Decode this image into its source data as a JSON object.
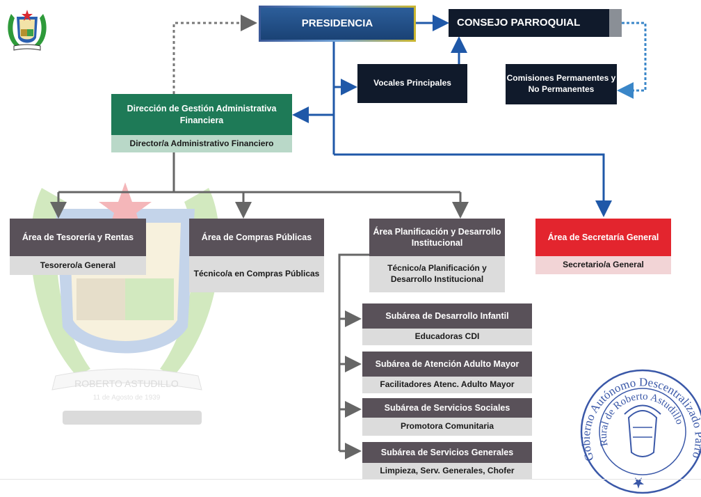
{
  "colors": {
    "presidencia": "#1f4c86",
    "navy": "#101a2b",
    "green": "#1e7a57",
    "green_light": "#b9d8c8",
    "gray_dark": "#595159",
    "gray_light": "#dcdcdc",
    "red": "#e3252e",
    "red_light": "#f2d4d6",
    "connector_blue": "#1f58a8",
    "connector_gray": "#666666",
    "dotted_blue": "#3a86c8"
  },
  "icons": [
    "parroquia-logo-icon",
    "coat-of-arms-watermark-icon",
    "official-seal-icon"
  ],
  "org": {
    "presidencia": "PRESIDENCIA",
    "consejo": "CONSEJO PARROQUIAL",
    "vocales": "Vocales Principales",
    "comisiones": "Comisiones Permanentes y No Permanentes",
    "direccion": {
      "title": "Dirección de Gestión Administrativa Financiera",
      "role": "Director/a Administrativo Financiero"
    },
    "areas": {
      "tesoreria": {
        "title": "Área de Tesorería y Rentas",
        "role": "Tesorero/a General"
      },
      "compras": {
        "title": "Área de Compras Públicas",
        "role": "Técnico/a en Compras Públicas"
      },
      "planificacion": {
        "title": "Área Planificación y Desarrollo Institucional",
        "role": "Técnico/a Planificación y Desarrollo Institucional"
      },
      "secretaria": {
        "title": "Área de Secretaría General",
        "role": "Secretario/a General"
      }
    },
    "subareas": [
      {
        "title": "Subárea de Desarrollo Infantil",
        "role": "Educadoras CDI"
      },
      {
        "title": "Subárea de Atención Adulto Mayor",
        "role": "Facilitadores  Atenc. Adulto Mayor"
      },
      {
        "title": "Subárea de Servicios Sociales",
        "role": "Promotora Comunitaria"
      },
      {
        "title": "Subárea de Servicios Generales",
        "role": "Limpieza, Serv. Generales, Chofer"
      }
    ]
  },
  "watermark": {
    "banner": "ROBERTO ASTUDILLO",
    "date": "11 de Agosto de 1939"
  },
  "seal": {
    "outer": "Gobierno Autónomo Descentralizado Parroquial",
    "inner": "Rural de Roberto Astudillo"
  }
}
